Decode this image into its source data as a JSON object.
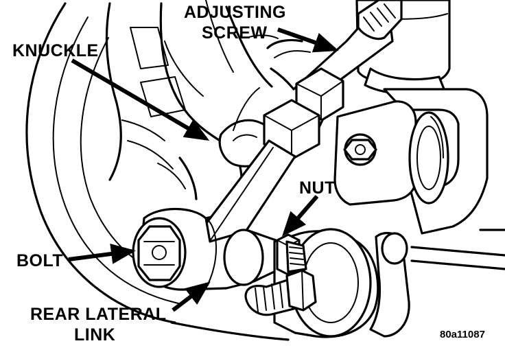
{
  "labels": {
    "adjusting_screw_line1": "ADJUSTING",
    "adjusting_screw_line2": "SCREW",
    "knuckle": "KNUCKLE",
    "nut": "NUT",
    "bolt": "BOLT",
    "rear_lateral_link_line1": "REAR LATERAL",
    "rear_lateral_link_line2": "LINK"
  },
  "figure_id": "80a11087",
  "colors": {
    "ink": "#000000",
    "paper": "#ffffff"
  }
}
